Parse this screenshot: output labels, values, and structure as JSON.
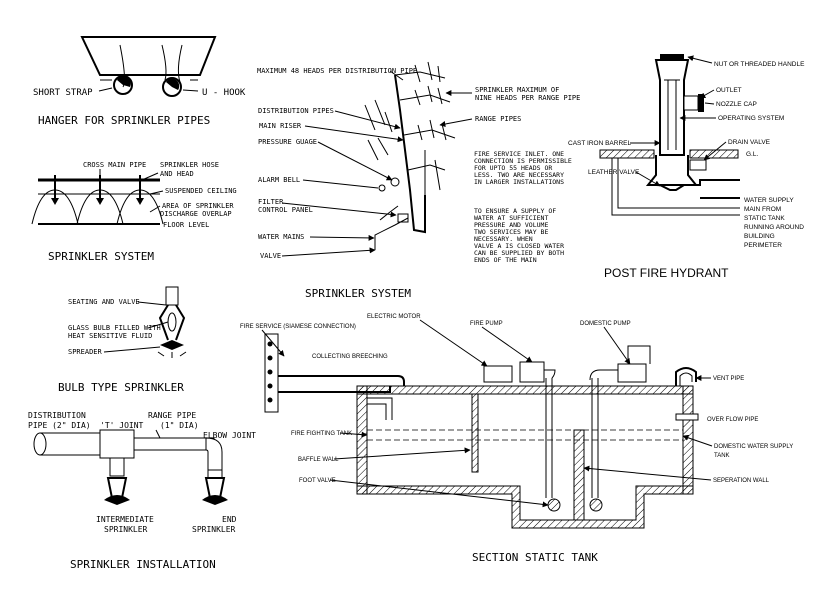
{
  "hanger": {
    "title": "HANGER FOR SPRINKLER PIPES",
    "short_strap": "SHORT STRAP",
    "u_hook": "U - HOOK"
  },
  "sprinkler_small": {
    "title": "SPRINKLER SYSTEM",
    "cross_main": "CROSS MAIN PIPE",
    "hose_1": "SPRINKLER HOSE",
    "hose_2": "AND HEAD",
    "ceiling": "SUSPENDED CEILING",
    "area_1": "AREA OF SPRINKLER",
    "area_2": "DISCHARGE OVERLAP",
    "floor": "FLOOR LEVEL"
  },
  "bulb": {
    "title": "BULB TYPE SPRINKLER",
    "seating": "SEATING AND VALVE",
    "glass_1": "GLASS BULB FILLED WITH",
    "glass_2": "HEAT SENSITIVE FLUID",
    "spreader": "SPREADER"
  },
  "installation": {
    "title": "SPRINKLER  INSTALLATION",
    "dist_1": "DISTRIBUTION",
    "dist_2": "PIPE (2\" DIA)",
    "t_joint": "'T' JOINT",
    "range_1": "RANGE PIPE",
    "range_2": "(1\" DIA)",
    "elbow": "ELBOW JOINT",
    "inter_1": "INTERMEDIATE",
    "inter_2": "SPRINKLER",
    "end_1": "END",
    "end_2": "SPRINKLER"
  },
  "sprinkler_main": {
    "title": "SPRINKLER SYSTEM",
    "max48": "MAXIMUM 48 HEADS PER DISTRIBUTION PIPE",
    "max9_1": "SPRINKLER MAXIMUM OF",
    "max9_2": "NINE HEADS PER RANGE PIPE",
    "dist_pipes": "DISTRIBUTION PIPES",
    "main_riser": "MAIN RISER",
    "range_pipes": "RANGE PIPES",
    "gauge": "PRESSURE GUAGE",
    "alarm": "ALARM BELL",
    "filter_1": "FILTER",
    "filter_2": "CONTROL PANEL",
    "water_mains": "WATER MAINS",
    "valve": "VALVE",
    "inlet": [
      "FIRE SERVICE INLET. ONE",
      "CONNECTION  IS  PERMISSIBLE",
      "FOR  UPTO 55 HEADS OR",
      "LESS. TWO ARE NECESSARY",
      "IN LARGER INSTALLATIONS"
    ],
    "ensure": [
      "TO ENSURE A SUPPLY OF",
      "WATER AT SUFFICIENT",
      "PRESSURE AND VOLUME",
      "TWO SERVICES MAY BE",
      "NECESSARY. WHEN",
      "VALVE A IS CLOSED WATER",
      "CAN BE SUPPLIED BY BOTH",
      "ENDS OF THE MAIN"
    ]
  },
  "hydrant": {
    "title": "POST FIRE HYDRANT",
    "nut": "NUT OR THREADED HANDLE",
    "outlet": "OUTLET",
    "nozzle": "NOZZLE CAP",
    "operating": "OPERATING SYSTEM",
    "barrel": "CAST IRON BARREL",
    "drain": "DRAIN VALVE",
    "gl": "G.L.",
    "leather": "LEATHER VALVE",
    "supply": [
      "WATER SUPPLY",
      "MAIN FROM",
      "STATIC TANK",
      "RUNNING AROUND",
      "BUILDING",
      "PERIMETER"
    ]
  },
  "tank": {
    "title": "SECTION STATIC TANK",
    "fire_service": "FIRE SERVICE (SIAMESE CONNECTION)",
    "motor": "ELECTRIC MOTOR",
    "fire_pump": "FIRE PUMP",
    "domestic_pump": "DOMESTIC PUMP",
    "breeching": "COLLECTING BREECHING",
    "vent": "VENT PIPE",
    "overflow": "OVER FLOW PIPE",
    "firefighting": "FIRE FIGHTING TANK",
    "baffle": "BAFFLE WALL",
    "domestic_1": "DOMESTIC WATER SUPPLY",
    "domestic_2": "TANK",
    "separation": "SEPERATION WALL",
    "foot": "FOOT VALVE"
  }
}
